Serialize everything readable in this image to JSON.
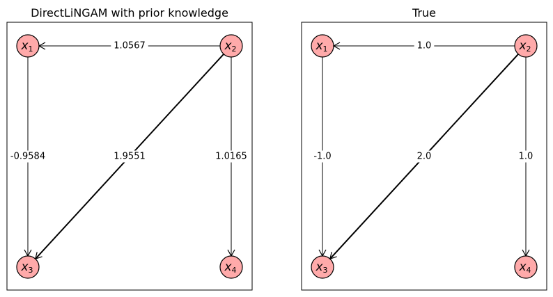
{
  "panels": [
    {
      "title": "DirectLiNGAM with prior knowledge",
      "nodes": [
        {
          "id": "x1",
          "base": "x",
          "sub": "1"
        },
        {
          "id": "x2",
          "base": "x",
          "sub": "2"
        },
        {
          "id": "x3",
          "base": "x",
          "sub": "3"
        },
        {
          "id": "x4",
          "base": "x",
          "sub": "4"
        }
      ],
      "edges": [
        {
          "from": "x2",
          "to": "x1",
          "label": "1.0567",
          "weight": 1.0567
        },
        {
          "from": "x1",
          "to": "x3",
          "label": "-0.9584",
          "weight": -0.9584
        },
        {
          "from": "x2",
          "to": "x3",
          "label": "1.9551",
          "weight": 1.9551
        },
        {
          "from": "x2",
          "to": "x4",
          "label": "1.0165",
          "weight": 1.0165
        }
      ]
    },
    {
      "title": "True",
      "nodes": [
        {
          "id": "x1",
          "base": "x",
          "sub": "1"
        },
        {
          "id": "x2",
          "base": "x",
          "sub": "2"
        },
        {
          "id": "x3",
          "base": "x",
          "sub": "3"
        },
        {
          "id": "x4",
          "base": "x",
          "sub": "4"
        }
      ],
      "edges": [
        {
          "from": "x2",
          "to": "x1",
          "label": "1.0",
          "weight": 1.0
        },
        {
          "from": "x1",
          "to": "x3",
          "label": "-1.0",
          "weight": -1.0
        },
        {
          "from": "x2",
          "to": "x3",
          "label": "2.0",
          "weight": 2.0
        },
        {
          "from": "x2",
          "to": "x4",
          "label": "1.0",
          "weight": 1.0
        }
      ]
    }
  ],
  "colors": {
    "node_fill": "#ffaaaa",
    "edge": "#000000",
    "background": "#ffffff"
  }
}
